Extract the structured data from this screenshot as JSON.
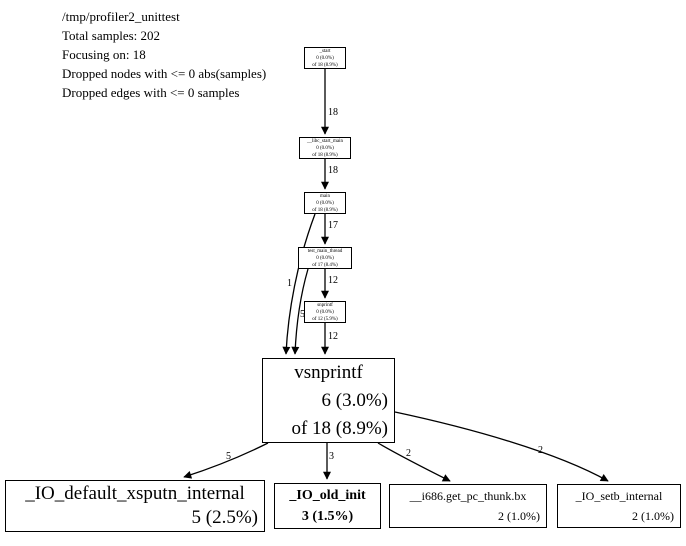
{
  "header": {
    "lines": [
      "/tmp/profiler2_unittest",
      "Total samples: 202",
      "Focusing on: 18",
      "Dropped nodes with <= 0 abs(samples)",
      "Dropped edges with <= 0 samples"
    ]
  },
  "nodes": {
    "start": {
      "name": "_start",
      "self": "0 (0.0%)",
      "cum": "of 18 (8.9%)"
    },
    "libc": {
      "name": "__libc_start_main",
      "self": "0 (0.0%)",
      "cum": "of 18 (8.9%)"
    },
    "main": {
      "name": "main",
      "self": "0 (0.0%)",
      "cum": "of 18 (8.9%)"
    },
    "test": {
      "name": "test_main_thread",
      "self": "0 (0.0%)",
      "cum": "of 17 (8.4%)"
    },
    "snprintf": {
      "name": "snprintf",
      "self": "0 (0.0%)",
      "cum": "of 12 (5.9%)"
    },
    "vsnprintf": {
      "name": "vsnprintf",
      "self": "6 (3.0%)",
      "cum": "of 18 (8.9%)"
    },
    "xsputn": {
      "name": "_IO_default_xsputn_internal",
      "self": "5 (2.5%)"
    },
    "old_init": {
      "name": "_IO_old_init",
      "self": "3 (1.5%)"
    },
    "thunk": {
      "name": "__i686.get_pc_thunk.bx",
      "self": "2 (1.0%)"
    },
    "setb": {
      "name": "_IO_setb_internal",
      "self": "2 (1.0%)"
    }
  },
  "edges": {
    "start_libc": "18",
    "libc_main": "18",
    "main_test": "17",
    "test_snprintf": "12",
    "snprintf_vsnprintf": "12",
    "main_vsnprintf": "1",
    "test_vsnprintf": "5",
    "vsnprintf_xsputn": "5",
    "vsnprintf_old_init": "3",
    "vsnprintf_thunk": "2",
    "vsnprintf_setb": "2"
  },
  "colors": {
    "node_border": "#000000",
    "edge": "#000000",
    "background": "#ffffff"
  }
}
